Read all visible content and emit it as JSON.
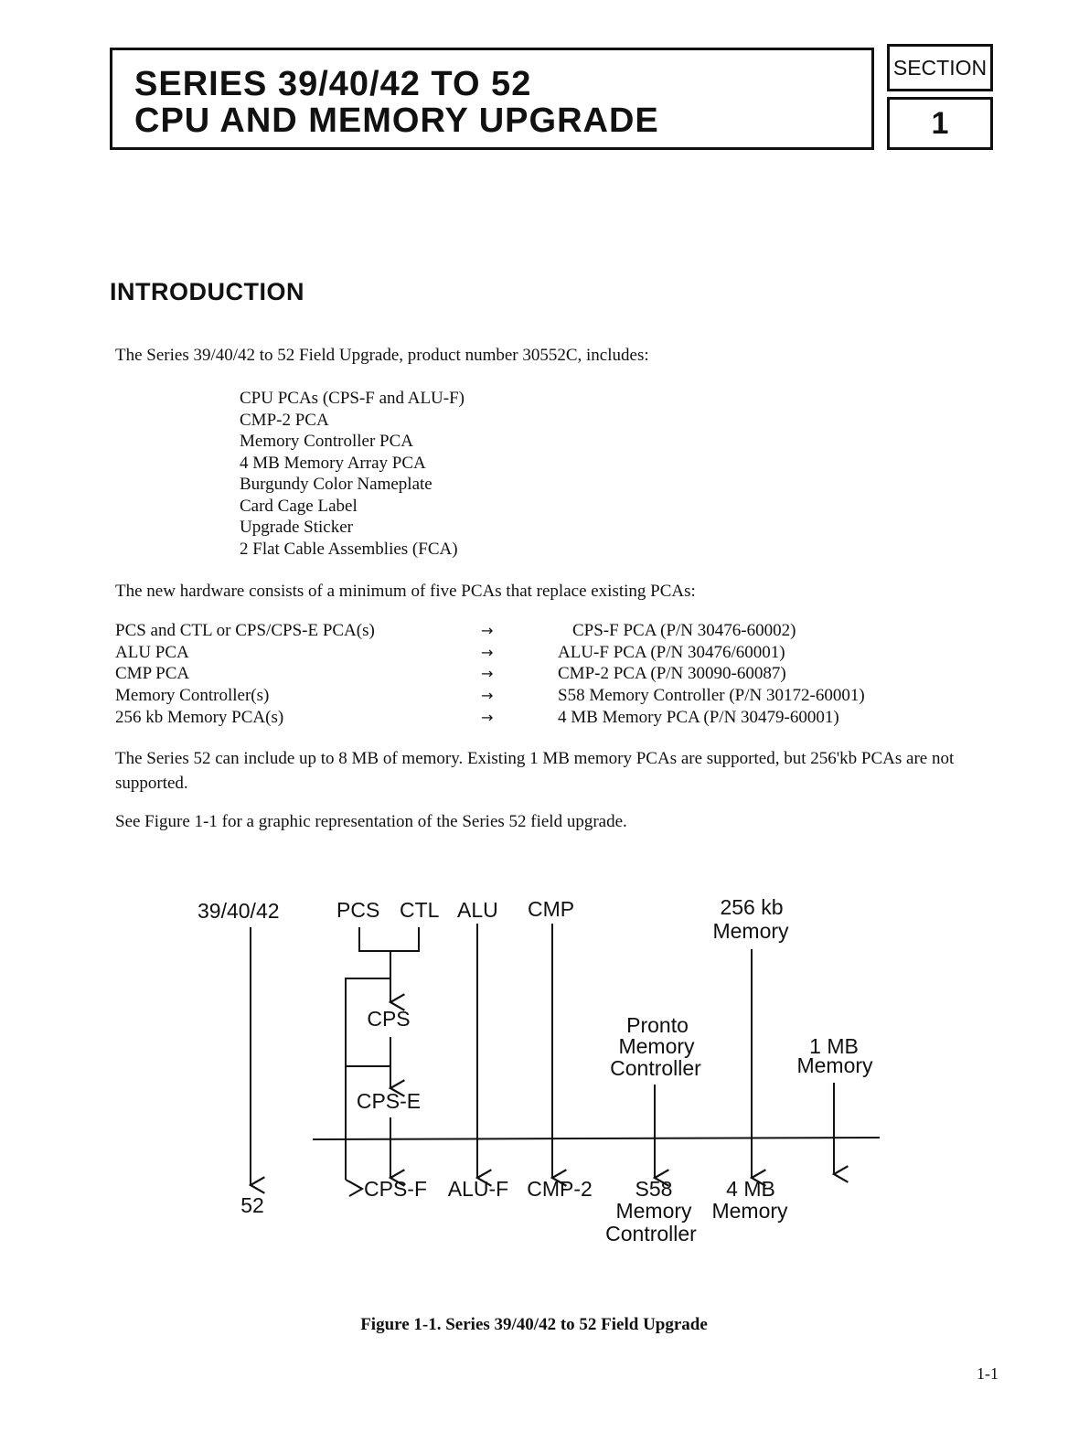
{
  "header": {
    "title_line1": "SERIES 39/40/42 TO 52",
    "title_line2": "CPU AND MEMORY UPGRADE",
    "section_label": "SECTION",
    "section_number": "1"
  },
  "introduction": {
    "heading": "INTRODUCTION",
    "intro_text": "The Series 39/40/42 to 52 Field Upgrade, product number 30552C, includes:",
    "includes": [
      "CPU PCAs (CPS-F and ALU-F)",
      "CMP-2 PCA",
      "Memory Controller PCA",
      "4 MB Memory Array PCA",
      "Burgundy Color Nameplate",
      "Card Cage Label",
      "Upgrade Sticker",
      "2 Flat Cable Assemblies (FCA)"
    ],
    "hardware_text": "The new hardware consists of a minimum of five PCAs that replace existing PCAs:",
    "replacements": [
      {
        "old": "PCS and CTL or CPS/CPS-E PCA(s)",
        "arrow": "→",
        "new": "CPS-F PCA (P/N 30476-60002)"
      },
      {
        "old": "ALU PCA",
        "arrow": "→",
        "new": "ALU-F PCA (P/N 30476/60001)"
      },
      {
        "old": "CMP PCA",
        "arrow": "→",
        "new": "CMP-2 PCA (P/N 30090-60087)"
      },
      {
        "old": "Memory Controller(s)",
        "arrow": "→",
        "new": "S58 Memory Controller (P/N 30172-60001)"
      },
      {
        "old": "256 kb Memory PCA(s)",
        "arrow": "→",
        "new": "4 MB Memory PCA (P/N 30479-60001)"
      }
    ],
    "memory_text": "The Series 52 can include up to 8 MB of memory. Existing 1 MB memory PCAs are supported, but 256'kb PCAs are not supported.",
    "figure_ref_text": "See Figure 1-1 for a graphic representation of the Series 52 field upgrade."
  },
  "figure": {
    "labels": {
      "from_series": "39/40/42",
      "pcs": "PCS",
      "ctl": "CTL",
      "alu": "ALU",
      "cmp": "CMP",
      "mem256_1": "256 kb",
      "mem256_2": "Memory",
      "cps": "CPS",
      "pronto_1": "Pronto",
      "pronto_2": "Memory",
      "pronto_3": "Controller",
      "mb1_1": "1 MB",
      "mb1_2": "Memory",
      "cpse": "CPS-E",
      "to_series": "52",
      "cpsf": "CPS-F",
      "aluf": "ALU-F",
      "cmp2": "CMP-2",
      "s58_1": "S58",
      "s58_2": "Memory",
      "s58_3": "Controller",
      "mb4_1": "4 MB",
      "mb4_2": "Memory"
    },
    "caption": "Figure 1-1. Series 39/40/42 to 52 Field Upgrade"
  },
  "footer": {
    "page_number": "1-1"
  }
}
